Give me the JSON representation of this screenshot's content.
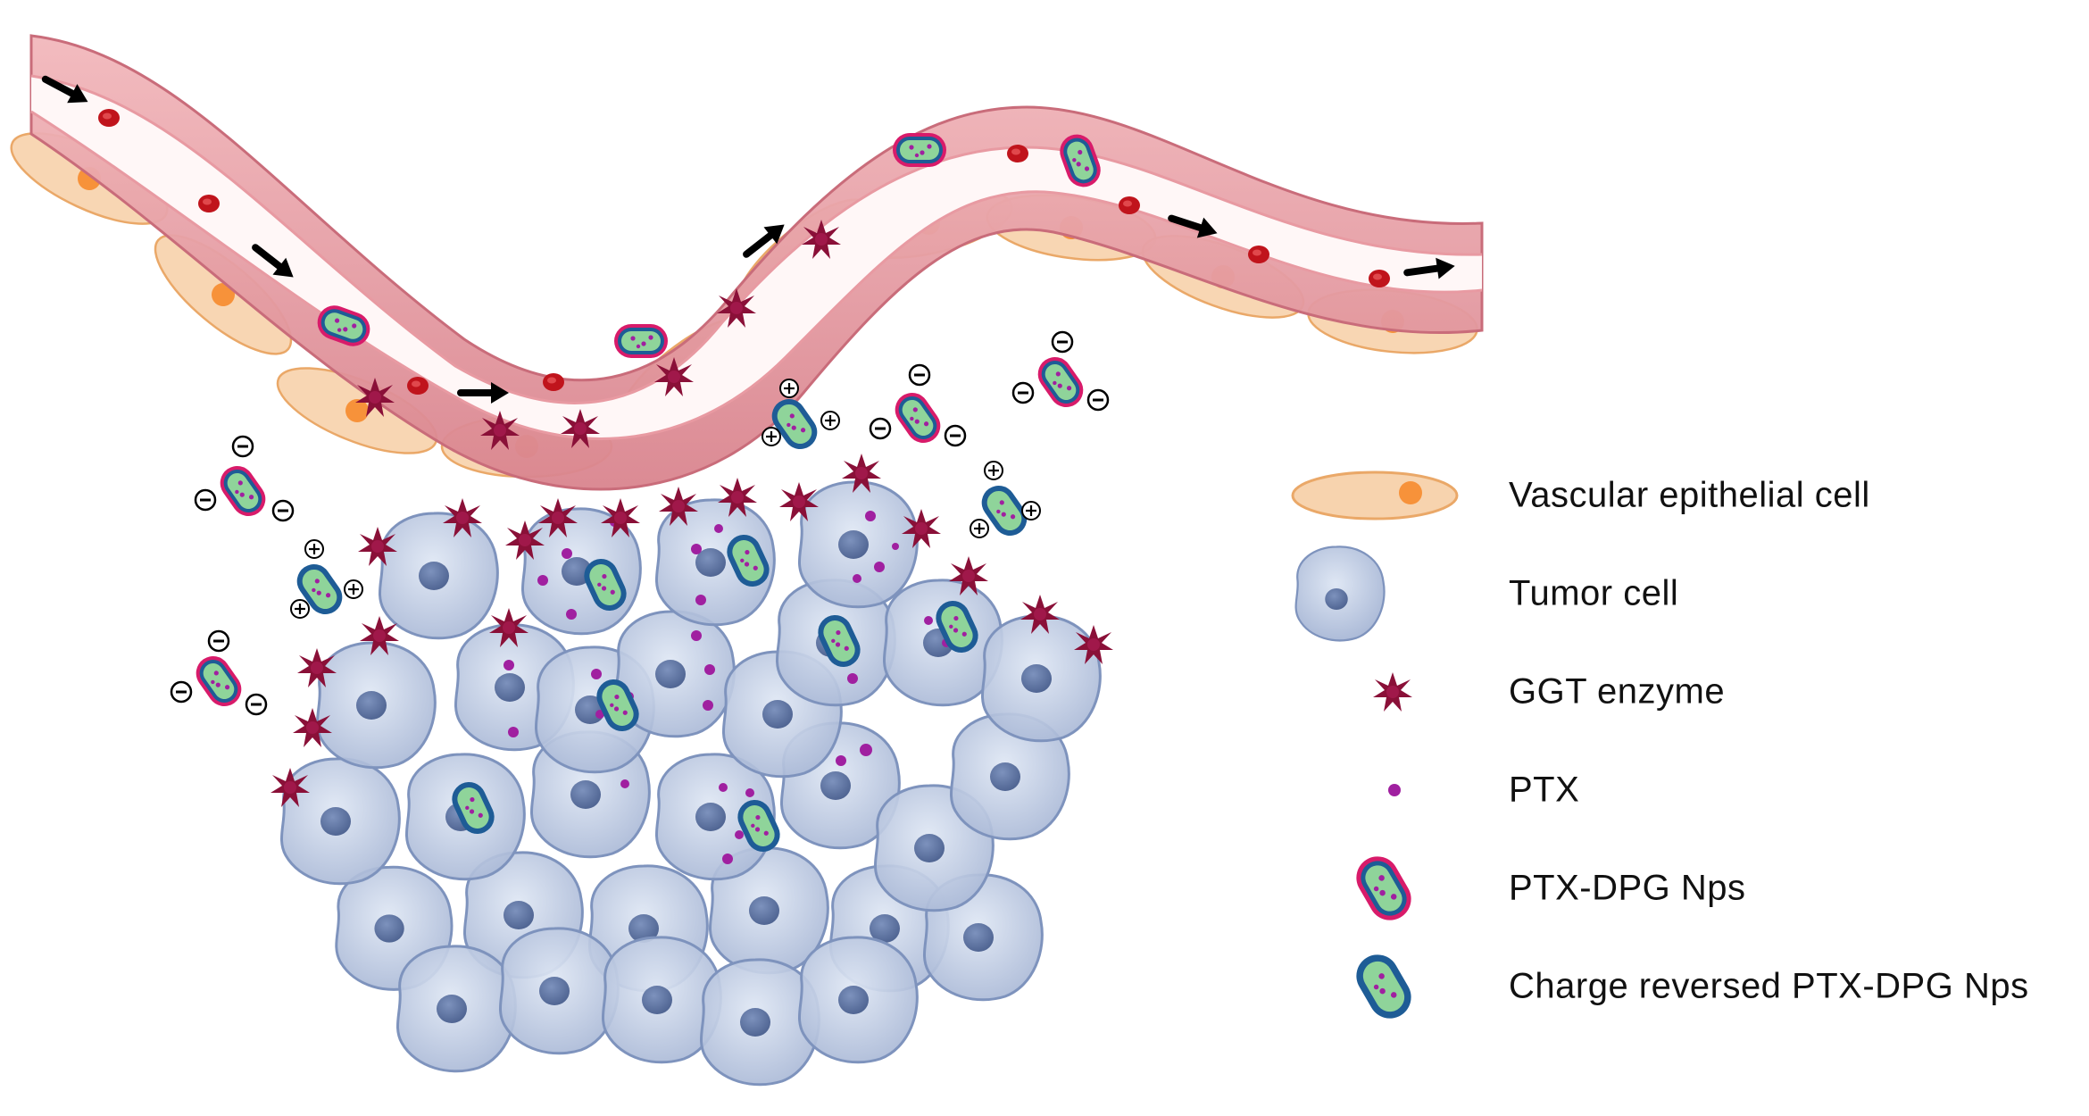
{
  "legend": {
    "items": [
      {
        "key": "vascular_cell",
        "label": "Vascular epithelial cell"
      },
      {
        "key": "tumor_cell",
        "label": "Tumor cell"
      },
      {
        "key": "ggt",
        "label": "GGT enzyme"
      },
      {
        "key": "ptx",
        "label": "PTX"
      },
      {
        "key": "nps",
        "label": "PTX-DPG Nps"
      },
      {
        "key": "charged_nps",
        "label": "Charge reversed PTX-DPG Nps"
      }
    ]
  },
  "colors": {
    "vessel_wall": "#e3949c",
    "vessel_lumen": "#ffffff",
    "endothelial_cell": "#f5c89a",
    "endothelial_nucleus": "#f7923a",
    "red_blood_cell": "#c0141c",
    "tumor_cell_fill": "#b9c6de",
    "tumor_cell_stroke": "#7e93bd",
    "tumor_nucleus": "#5a6f9b",
    "ggt_enzyme": "#8a1038",
    "ptx_dot": "#a020a0",
    "np_core": "#8fd49a",
    "np_shell_negative": "#d81b6a",
    "np_shell_positive": "#1e5c96",
    "arrow": "#000000"
  }
}
